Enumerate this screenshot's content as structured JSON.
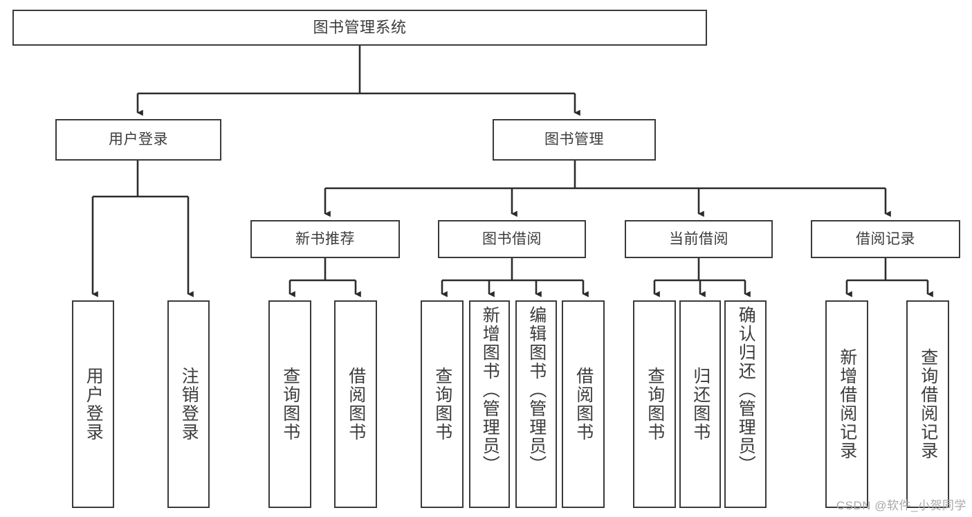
{
  "diagram": {
    "title": "图书管理系统",
    "type": "tree",
    "colors": {
      "box_border": "#3a3a3a",
      "box_fill": "#ffffff",
      "text": "#3c3c3c",
      "edge": "#2b2b2b",
      "watermark": "#a8a8a8",
      "background": "#ffffff"
    },
    "watermark": "CSDN @软件_小贺同学",
    "root": {
      "label": "图书管理系统"
    },
    "level2": [
      {
        "label": "用户登录"
      },
      {
        "label": "图书管理"
      }
    ],
    "level3": [
      {
        "label": "新书推荐"
      },
      {
        "label": "图书借阅"
      },
      {
        "label": "当前借阅"
      },
      {
        "label": "借阅记录"
      }
    ],
    "leaves": {
      "user_login": [
        {
          "label": "用户登录"
        },
        {
          "label": "注销登录"
        }
      ],
      "new_book_recommend": [
        {
          "label": "查询图书"
        },
        {
          "label": "借阅图书"
        }
      ],
      "book_borrow": [
        {
          "label": "查询图书"
        },
        {
          "label": "新增图书（管理员）"
        },
        {
          "label": "编辑图书（管理员）"
        },
        {
          "label": "借阅图书"
        }
      ],
      "current_borrow": [
        {
          "label": "查询图书"
        },
        {
          "label": "归还图书"
        },
        {
          "label": "确认归还（管理员）"
        }
      ],
      "borrow_record": [
        {
          "label": "新增借阅记录"
        },
        {
          "label": "查询借阅记录"
        }
      ]
    }
  }
}
